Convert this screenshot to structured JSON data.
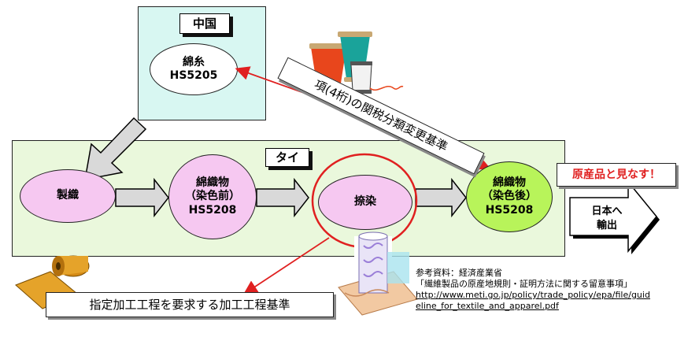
{
  "china": {
    "title": "中国",
    "node_line1": "綿糸",
    "node_line2": "HS5205"
  },
  "thai": {
    "title": "タイ"
  },
  "nodes": {
    "weaving": "製織",
    "fabric_before_line1": "綿織物",
    "fabric_before_line2": "（染色前）",
    "fabric_before_line3": "HS5208",
    "printing": "捺染",
    "fabric_after_line1": "綿織物",
    "fabric_after_line2": "（染色後）",
    "fabric_after_line3": "HS5208"
  },
  "labels": {
    "deemed_origin": "原産品と見なす！",
    "export_line1": "日本へ",
    "export_line2": "輸出",
    "tariff_rule": "項(4桁)の関税分類変更基準",
    "process_rule": "指定加工工程を要求する加工工程基準"
  },
  "source": {
    "line1": "参考資料：経済産業省",
    "line2": "「繊維製品の原産地規則・証明方法に関する留意事項」",
    "link_line1": "http://www.meti.go.jp/policy/trade_policy/epa/file/guid",
    "link_line2": "eline_for_textile_and_apparel.pdf"
  },
  "colors": {
    "china_bg": "#d8f7f2",
    "thai_bg": "#eaf8dc",
    "pink_node": "#f6c8f1",
    "green_node": "#b8f45a",
    "red_accent": "#e02020",
    "origin_text": "#e02020"
  },
  "icons": [
    "thread-spools-icon",
    "fabric-roll-icon",
    "textile-printing-icon"
  ]
}
